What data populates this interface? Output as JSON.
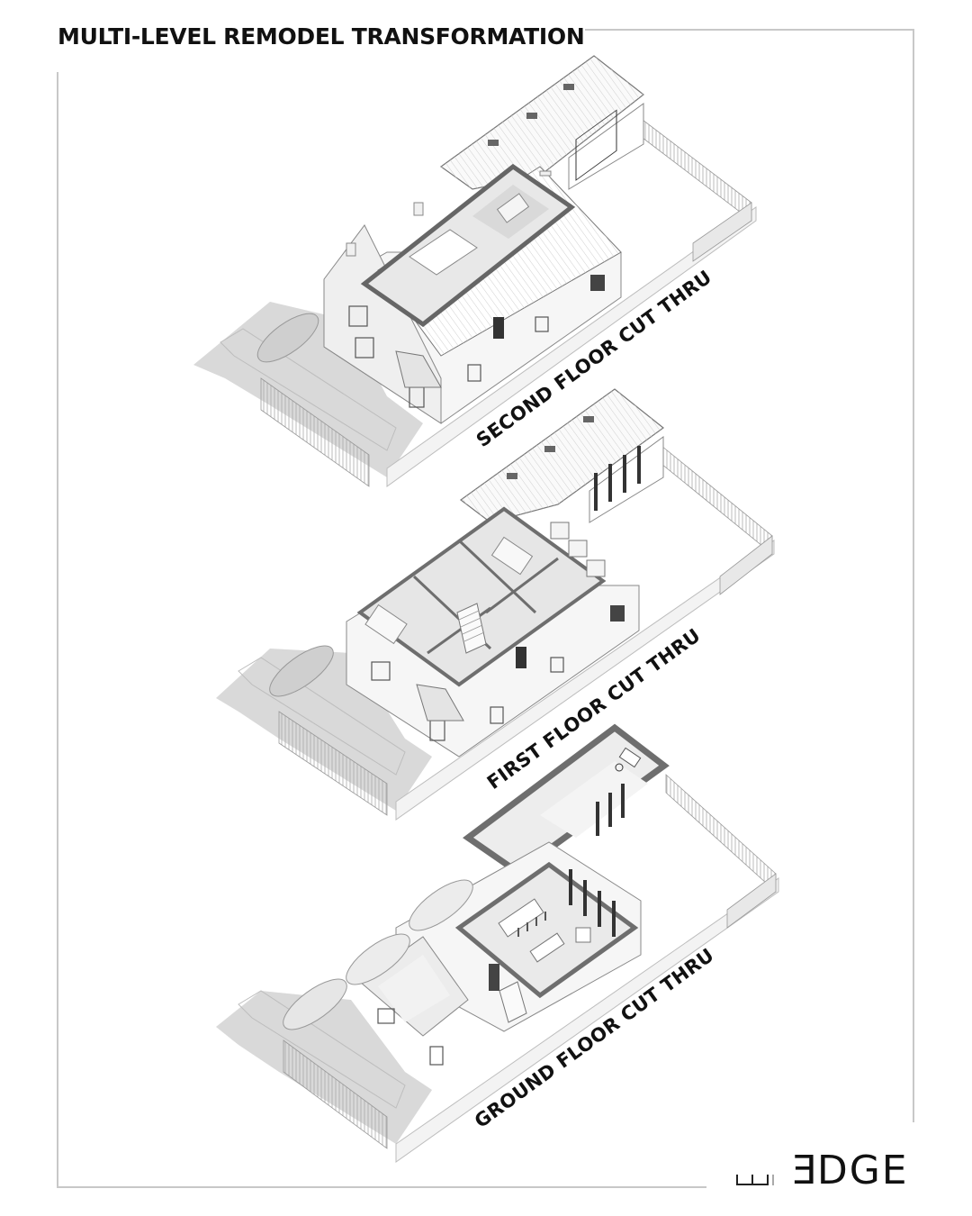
{
  "page": {
    "title": "MULTI-LEVEL REMODEL TRANSFORMATION"
  },
  "diagrams": [
    {
      "id": "second-floor",
      "label": "SECOND FLOOR CUT THRU",
      "cut_level": "second"
    },
    {
      "id": "first-floor",
      "label": "FIRST FLOOR CUT THRU",
      "cut_level": "first"
    },
    {
      "id": "ground-floor",
      "label": "GROUND FLOOR CUT THRU",
      "cut_level": "ground"
    }
  ],
  "logo": {
    "word_first": "E",
    "word_rest": "DGE",
    "mark": "bracket-mark"
  },
  "colors": {
    "text": "#111111",
    "frame": "#c8c8c8",
    "cut_wall": "#6e6e6e",
    "shadow": "#d4d4d4",
    "floor": "#eeeeee",
    "line": "#9a9a9a"
  }
}
